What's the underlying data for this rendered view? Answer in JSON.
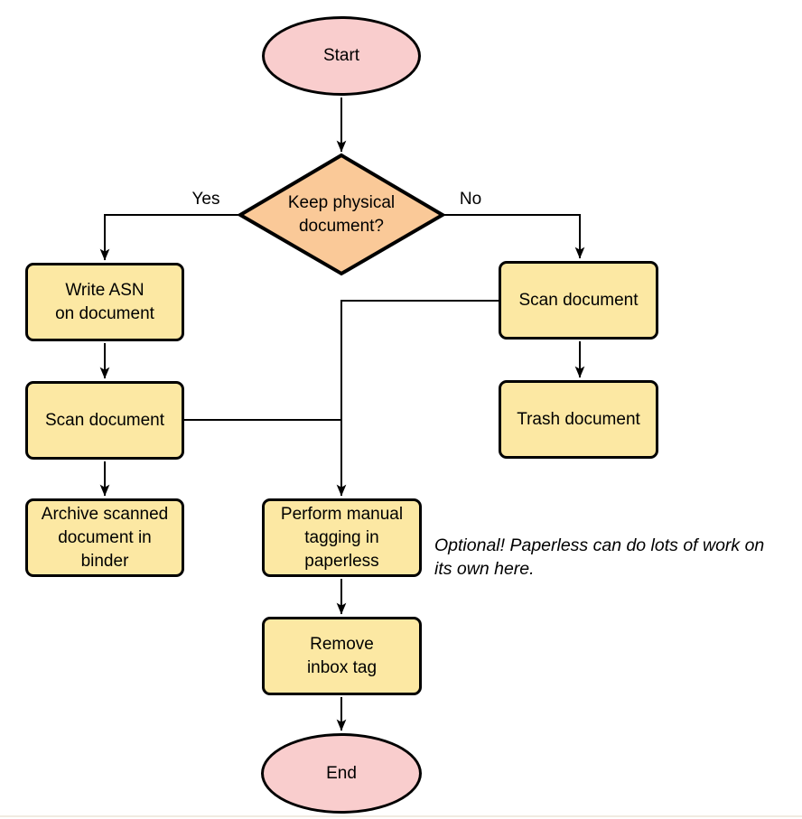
{
  "colors": {
    "background": "#FFFFFF",
    "terminator-fill": "#F9CDCD",
    "decision-fill": "#FAC998",
    "process-fill": "#FCE8A3",
    "stroke": "#000000",
    "connector": "#000000",
    "footer-line": "#F0EBE1"
  },
  "nodes": {
    "start": {
      "label": "Start"
    },
    "decision": {
      "label": "Keep physical\ndocument?"
    },
    "write_asn": {
      "label": "Write ASN\non document"
    },
    "scan_left": {
      "label": "Scan document"
    },
    "archive": {
      "label": "Archive scanned\ndocument in\nbinder"
    },
    "scan_right": {
      "label": "Scan document"
    },
    "trash": {
      "label": "Trash document"
    },
    "tagging": {
      "label": "Perform manual\ntagging in\npaperless"
    },
    "remove_inbox": {
      "label": "Remove\ninbox tag"
    },
    "end": {
      "label": "End"
    }
  },
  "edge_labels": {
    "yes": "Yes",
    "no": "No"
  },
  "annotation": "Optional! Paperless can do lots of work on\nits own here."
}
